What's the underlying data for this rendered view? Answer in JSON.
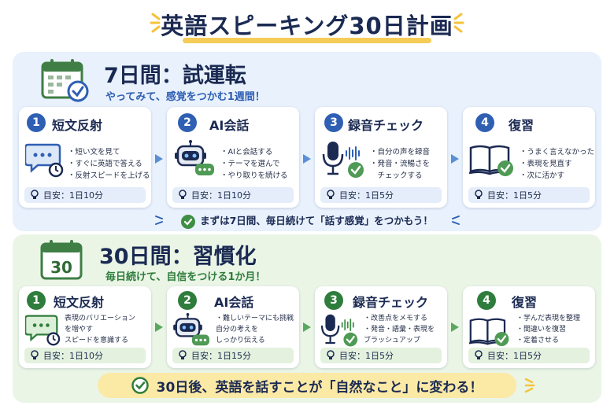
{
  "title": "英語スピーキング30日計画",
  "colors": {
    "blue": "#2f5fb3",
    "green": "#2f7d3c",
    "yellow": "#f5c33b",
    "navy": "#1b2a52"
  },
  "section1": {
    "icon": "calendar-check-icon",
    "heading": "7日間：試運転",
    "subtitle": "やってみて、感覚をつかむ1週間！",
    "steps": [
      {
        "number": "1",
        "title": "短文反射",
        "icon": "speech-bubble-timer-icon",
        "bullets": [
          "・短い文を見て",
          "・すぐに英語で答える",
          "・反射スピードを上げる"
        ],
        "target": "目安：1日10分"
      },
      {
        "number": "2",
        "title": "AI会話",
        "icon": "robot-chat-icon",
        "bullets": [
          "・AIと会話する",
          "・テーマを選んで",
          "・やり取りを続ける"
        ],
        "target": "目安：1日10分"
      },
      {
        "number": "3",
        "title": "録音チェック",
        "icon": "microphone-check-icon",
        "bullets": [
          "・自分の声を録音",
          "・発音・流暢さを",
          "　チェックする"
        ],
        "target": "目安：1日5分"
      },
      {
        "number": "4",
        "title": "復習",
        "icon": "book-check-icon",
        "bullets": [
          "・うまく言えなかった",
          "・表現を見直す",
          "・次に活かす"
        ],
        "target": "目安：1日5分"
      }
    ],
    "footer": "まずは7日間、毎日続けて「話す感覚」をつかもう！"
  },
  "section2": {
    "icon": "calendar-30-icon",
    "calendar_number": "30",
    "heading": "30日間：習慣化",
    "subtitle": "毎日続けて、自信をつける1か月！",
    "steps": [
      {
        "number": "1",
        "title": "短文反射",
        "icon": "speech-bubble-timer-icon",
        "bullets": [
          "表現のバリエーション",
          "を増やす",
          "スピードを意識する"
        ],
        "target": "目安：1日10分"
      },
      {
        "number": "2",
        "title": "AI会話",
        "icon": "robot-chat-icon",
        "bullets": [
          "・難しいテーマにも挑戦",
          "自分の考えを",
          "しっかり伝える"
        ],
        "target": "目安：1日15分"
      },
      {
        "number": "3",
        "title": "録音チェック",
        "icon": "microphone-check-icon",
        "bullets": [
          "・改善点をメモする",
          "・発音・語彙・表現を",
          "ブラッシュアップ"
        ],
        "target": "目安：1日5分"
      },
      {
        "number": "4",
        "title": "復習",
        "icon": "book-check-icon",
        "bullets": [
          "・学んだ表現を整理",
          "・間違いを復習",
          "・定着させる"
        ],
        "target": "目安：1日5分"
      }
    ],
    "footer": "30日後、英語を話すことが「自然なこと」に変わる！"
  }
}
